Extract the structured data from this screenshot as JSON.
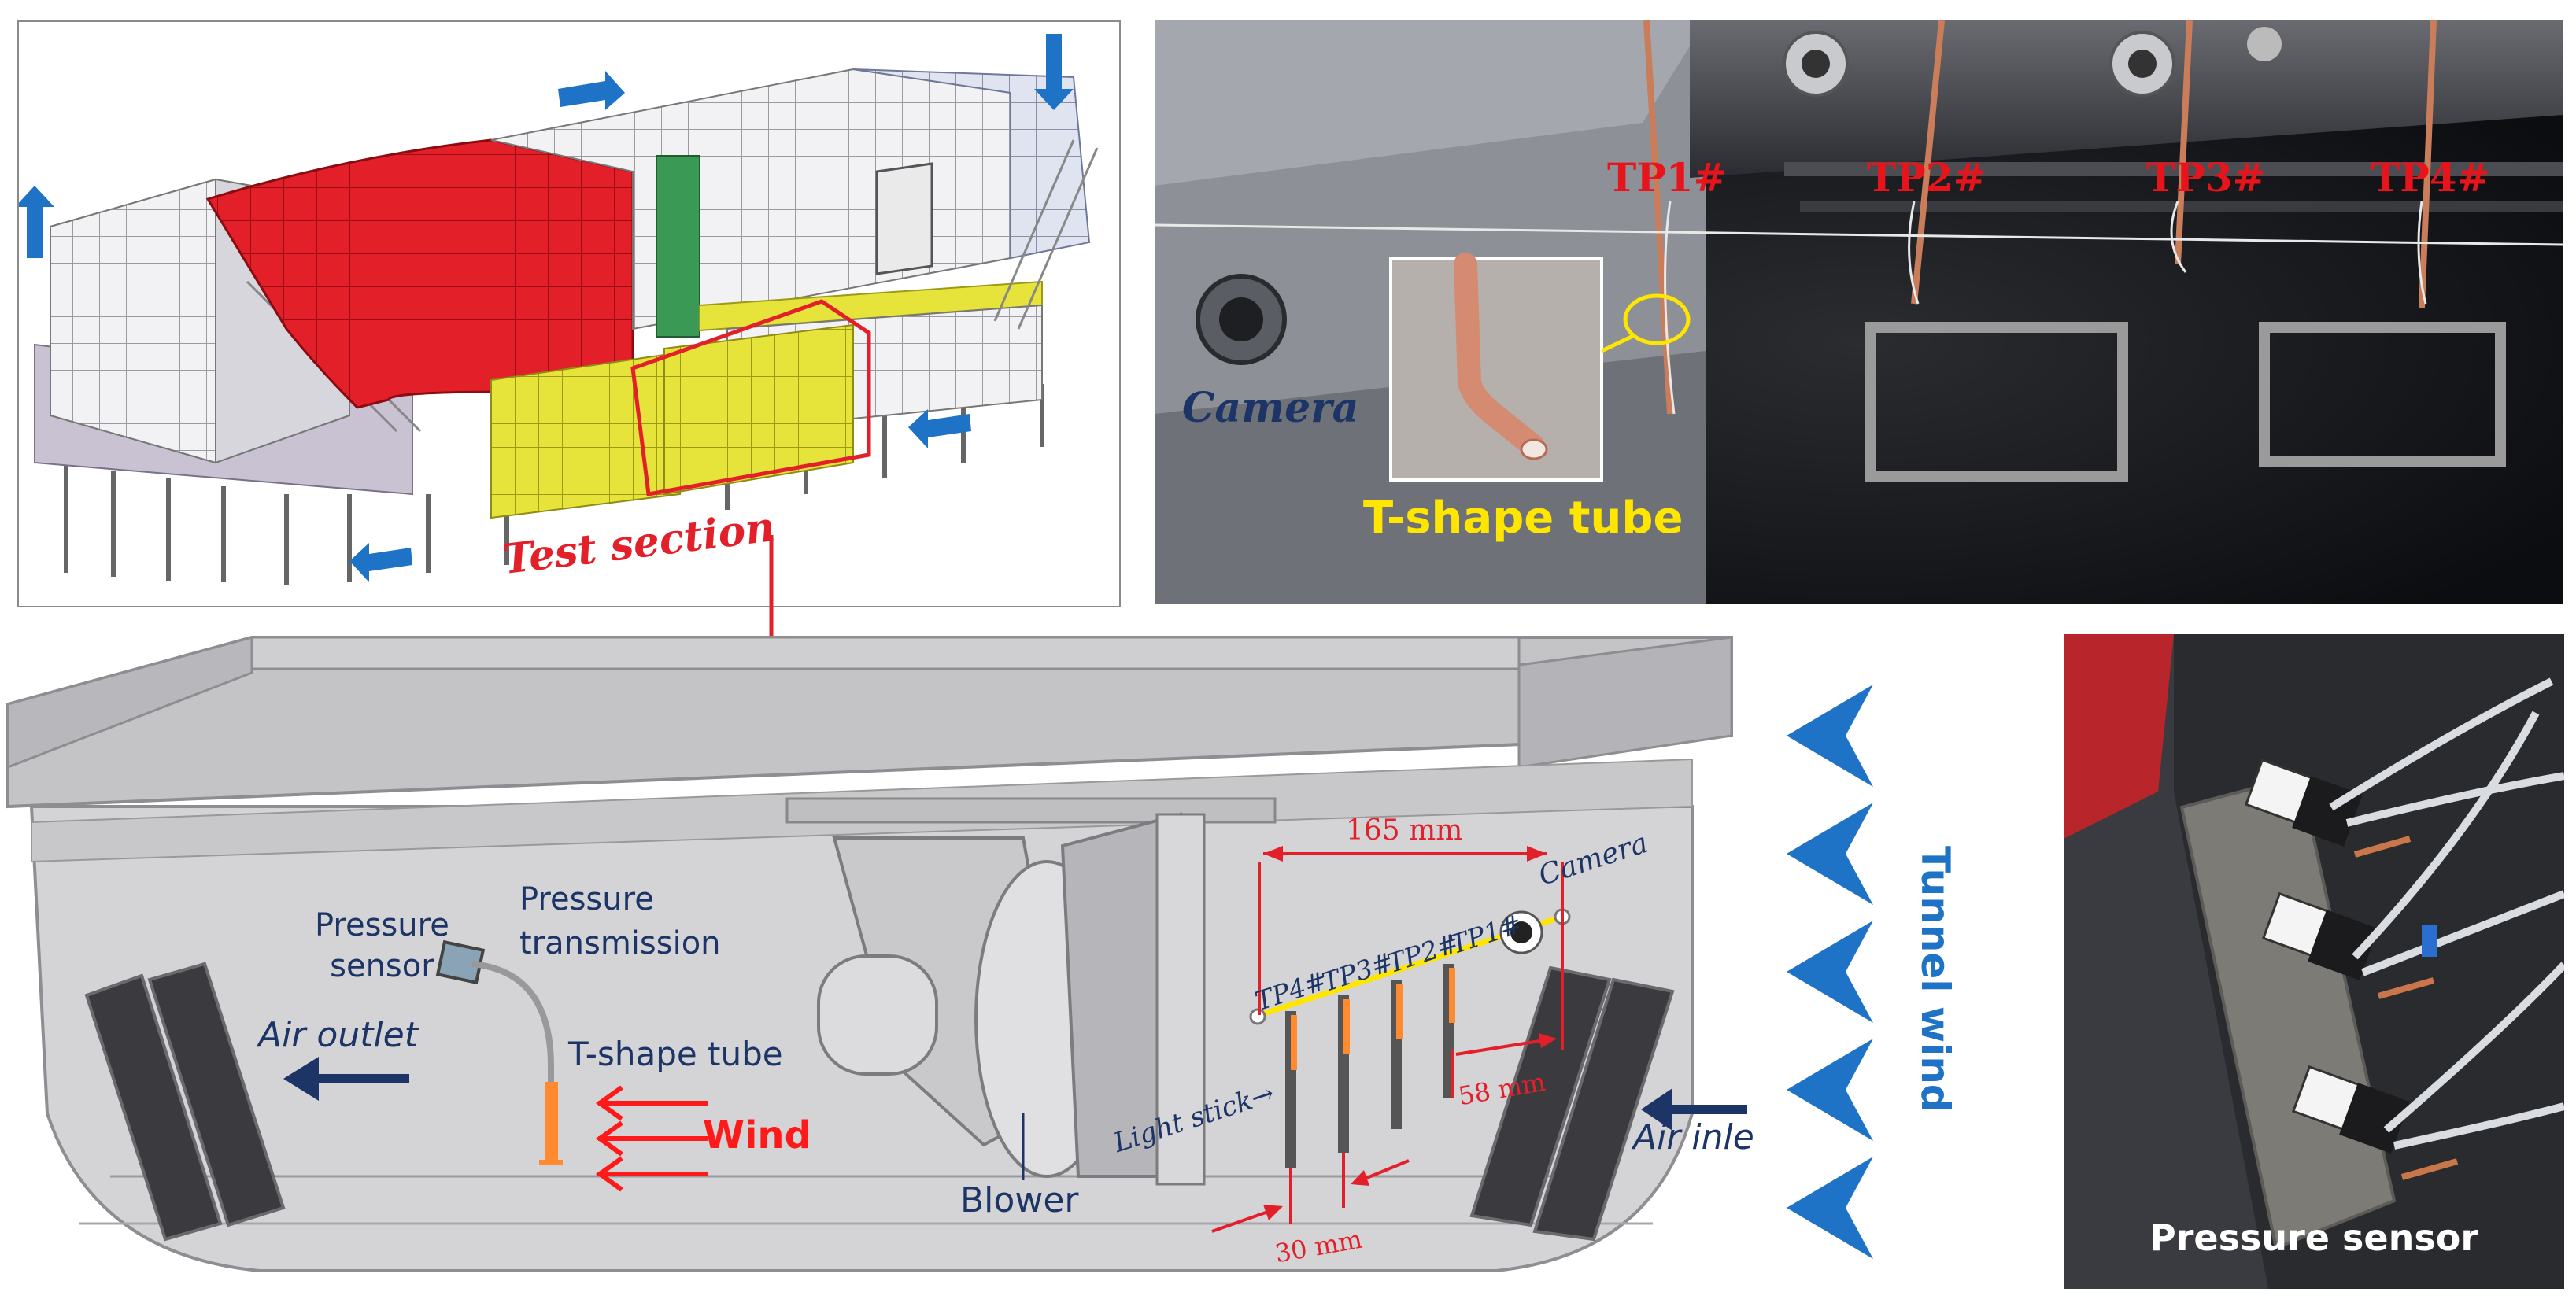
{
  "tunnel_panel": {
    "test_section_label": "Test section"
  },
  "photo_panel": {
    "tp1": "TP1#",
    "tp2": "TP2#",
    "tp3": "TP3#",
    "tp4": "TP4#",
    "camera_label": "Camera",
    "t_shape_tube_label": "T-shape tube"
  },
  "section_panel": {
    "distance_165": "165 mm",
    "camera_label": "Camera",
    "tp1": "TP1#",
    "tp2": "TP2#",
    "tp3": "TP3#",
    "tp4": "TP4#",
    "pressure_sensor_line1": "Pressure",
    "pressure_sensor_line2": "sensor",
    "pressure_transmission_line1": "Pressure",
    "pressure_transmission_line2": "transmission",
    "air_outlet": "Air outlet",
    "t_shape_tube": "T-shape tube",
    "wind": "Wind",
    "blower": "Blower",
    "light_stick": "Light stick→",
    "distance_30": "30 mm",
    "distance_58": "58 mm",
    "air_inlet": "Air inlet",
    "tunnel_wind": "Tunnel wind"
  },
  "sensor_photo": {
    "pressure_sensor_label": "Pressure sensor"
  },
  "colors": {
    "tunnel_red": "#e3202a",
    "tunnel_yellow": "#e6e43a",
    "tunnel_green": "#3a9a55",
    "flow_arrow_blue": "#1e73c7",
    "tp_label_red": "#e8141c",
    "tube_label_yellow": "#ffe600",
    "navy_text": "#1c3566"
  }
}
